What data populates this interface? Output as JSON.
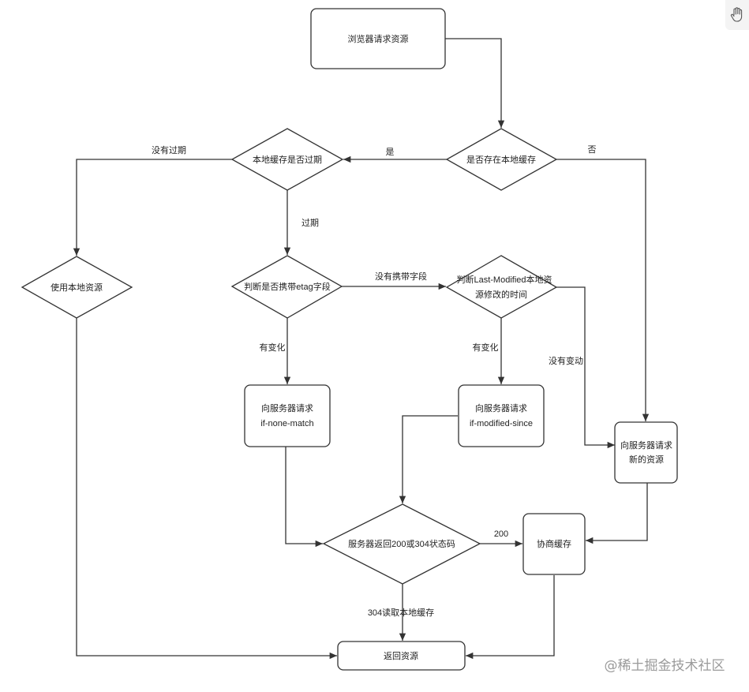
{
  "toolbar": {
    "pan_tool_icon": "hand-icon"
  },
  "nodes": {
    "browser_request": "浏览器请求资源",
    "cache_exists": "是否存在本地缓存",
    "cache_expired": "本地缓存是否过期",
    "use_local": "使用本地资源",
    "check_etag": "判断是否携带etag字段",
    "check_last_modified_l1": "判断Last-Modified本地资",
    "check_last_modified_l2": "源修改的时间",
    "req_none_match_l1": "向服务器请求",
    "req_none_match_l2": "if-none-match",
    "req_modified_since_l1": "向服务器请求",
    "req_modified_since_l2": "if-modified-since",
    "req_new_l1": "向服务器请求",
    "req_new_l2": "新的资源",
    "server_status": "服务器返回200或304状态码",
    "negotiate_cache": "协商缓存",
    "return_resource": "返回资源"
  },
  "edges": {
    "yes": "是",
    "no": "否",
    "not_expired": "没有过期",
    "expired": "过期",
    "no_field": "没有携带字段",
    "changed_1": "有变化",
    "changed_2": "有变化",
    "unchanged": "没有变动",
    "code_200": "200",
    "code_304": "304读取本地缓存"
  },
  "watermark": "@稀土掘金技术社区"
}
